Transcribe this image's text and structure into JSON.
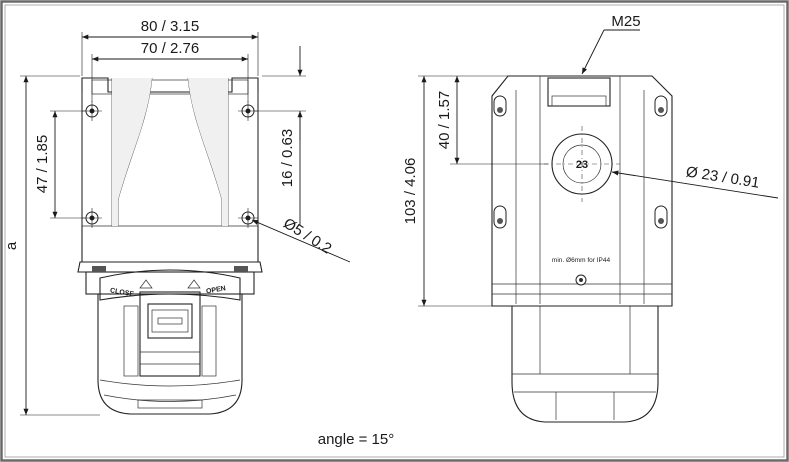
{
  "drawing": {
    "left_view": {
      "dim_width_outer": "80 / 3.15",
      "dim_width_inner": "70 / 2.76",
      "dim_overall_height": "a",
      "dim_hole_spacing": "47 / 1.85",
      "dim_side_offset": "16 / 0.63",
      "dim_hole_diameter": "Ø5 / 0.2",
      "label_close": "CLOSE",
      "label_open": "OPEN"
    },
    "right_view": {
      "thread": "M25",
      "dim_height": "103 / 4.06",
      "dim_upper": "40 / 1.57",
      "dim_knockout_diameter": "Ø 23 / 0.91",
      "knockout_label": "23",
      "ip_note": "min. Ø6mm for IP44"
    },
    "footer": {
      "angle_note": "angle = 15°"
    }
  },
  "colors": {
    "line": "#1a1a1a",
    "frame_outer": "#6a6a6a",
    "fill_light": "#f4f4f4",
    "fill_gray": "#c8c8c8"
  }
}
